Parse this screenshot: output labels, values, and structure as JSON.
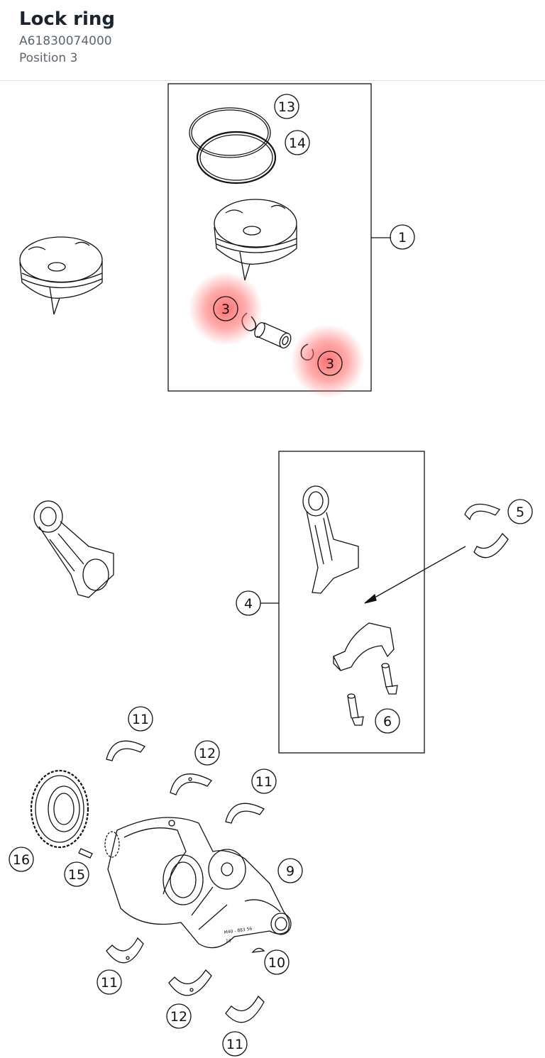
{
  "header": {
    "title": "Lock ring",
    "part_number": "A61830074000",
    "position": "Position 3"
  },
  "diagram": {
    "highlight_color": "#ff6b6b",
    "callouts": {
      "c13": "13",
      "c14": "14",
      "c1": "1",
      "c3a": "3",
      "c3b": "3",
      "c5": "5",
      "c4": "4",
      "c6": "6",
      "c11a": "11",
      "c12a": "12",
      "c11b": "11",
      "c16": "16",
      "c15": "15",
      "c9": "9",
      "c10": "10",
      "c11c": "11",
      "c12b": "12",
      "c11d": "11"
    },
    "stamp_text": "M40 - 883 56",
    "stamp_text2": "16"
  }
}
